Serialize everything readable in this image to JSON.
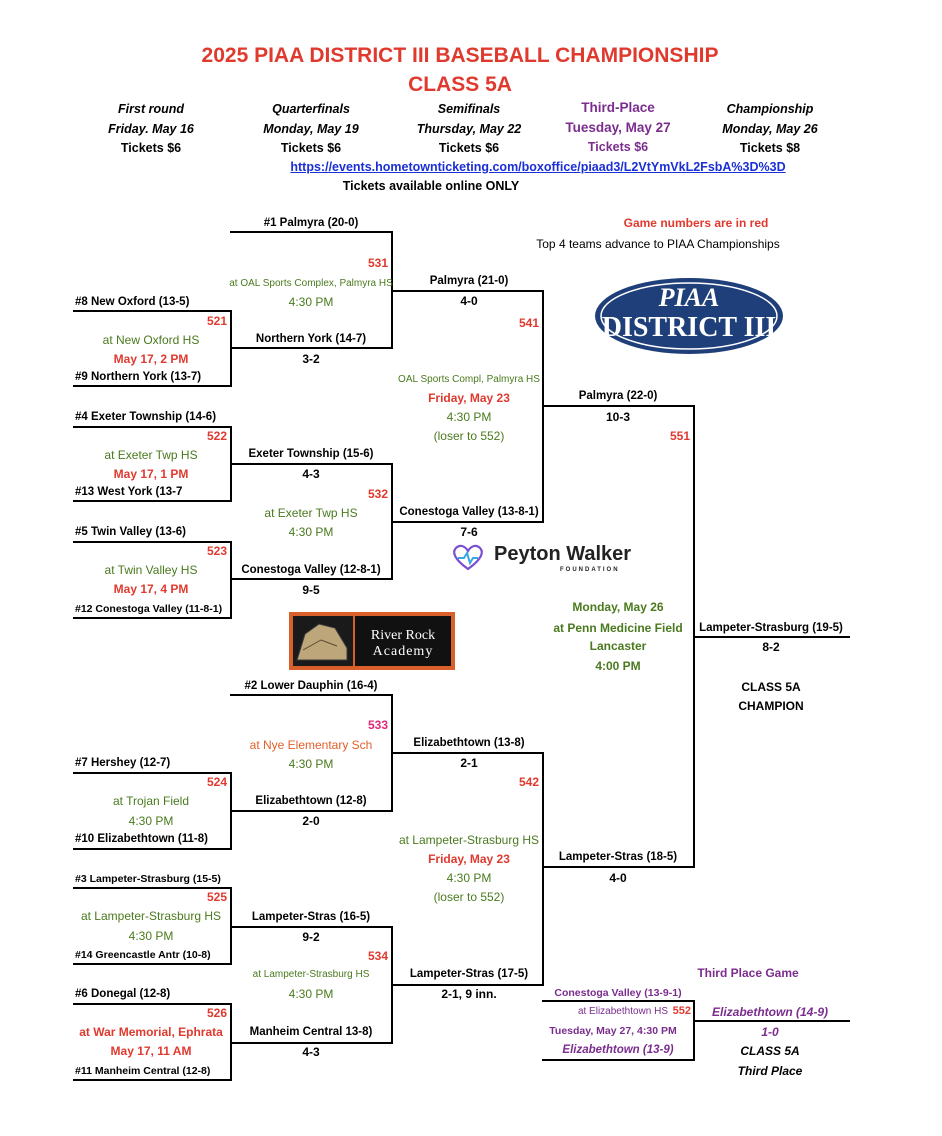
{
  "title_line1": "2025 PIAA DISTRICT III BASEBALL CHAMPIONSHIP",
  "title_line2": "CLASS 5A",
  "rounds": [
    {
      "name": "First round",
      "date": "Friday. May 16",
      "tickets": "Tickets $6"
    },
    {
      "name": "Quarterfinals",
      "date": "Monday, May 19",
      "tickets": "Tickets $6"
    },
    {
      "name": "Semifinals",
      "date": "Thursday, May 22",
      "tickets": "Tickets $6"
    },
    {
      "name": "Third-Place",
      "date": "Tuesday, May 27",
      "tickets": "Tickets $6"
    },
    {
      "name": "Championship",
      "date": "Monday, May 26",
      "tickets": "Tickets $8"
    }
  ],
  "ticket_link": "https://events.hometownticketing.com/boxoffice/piaad3/L2VtYmVkL2FsbA%3D%3D",
  "tickets_note": "Tickets available online ONLY",
  "notes": {
    "game_numbers": "Game numbers are in red",
    "advance": "Top 4 teams advance to PIAA Championships"
  },
  "logos": {
    "piaa_line1": "PIAA",
    "piaa_line2": "DISTRICT III",
    "peyton_name": "Peyton Walker",
    "peyton_sub": "FOUNDATION",
    "river_rock_line1": "River Rock",
    "river_rock_line2": "Academy"
  },
  "first_round": {
    "t1": "#1 Palmyra (20-0)",
    "t8": "#8 New Oxford (13-5)",
    "g521": "521",
    "g521_venue": "at New Oxford HS",
    "g521_time": "May 17, 2 PM",
    "t9": "#9 Northern York (13-7)",
    "t4": "#4 Exeter Township (14-6)",
    "g522": "522",
    "g522_venue": "at Exeter Twp HS",
    "g522_time": "May 17, 1 PM",
    "t13": "#13 West York (13-7",
    "t5": "#5 Twin Valley (13-6)",
    "g523": "523",
    "g523_venue": "at Twin Valley HS",
    "g523_time": "May 17, 4 PM",
    "t12": "#12 Conestoga Valley (11-8-1)",
    "t2": "#2 Lower Dauphin (16-4)",
    "t7": "#7 Hershey (12-7)",
    "g524": "524",
    "g524_venue": "at Trojan Field",
    "g524_time": "4:30 PM",
    "t10": "#10 Elizabethtown (11-8)",
    "t3": "#3 Lampeter-Strasburg (15-5)",
    "g525": "525",
    "g525_venue": "at Lampeter-Strasburg HS",
    "g525_time": "4:30 PM",
    "t14": "#14 Greencastle Antr (10-8)",
    "t6": "#6 Donegal (12-8)",
    "g526": "526",
    "g526_venue": "at War Memorial, Ephrata",
    "g526_time": "May 17, 11 AM",
    "t11": "#11 Manheim Central (12-8)"
  },
  "quarterfinals": {
    "g531": "531",
    "g531_venue": "at OAL Sports Complex, Palmyra HS",
    "g531_time": "4:30 PM",
    "w521": "Northern York (14-7)",
    "w521_score": "3-2",
    "w522": "Exeter Township (15-6)",
    "w522_score": "4-3",
    "g532": "532",
    "g532_venue": "at Exeter Twp HS",
    "g532_time": "4:30 PM",
    "w523": "Conestoga Valley  (12-8-1)",
    "w523_score": "9-5",
    "g533": "533",
    "g533_venue": "at Nye Elementary Sch",
    "g533_time": "4:30 PM",
    "w524": "Elizabethtown (12-8)",
    "w524_score": "2-0",
    "w525": "Lampeter-Stras (16-5)",
    "w525_score": "9-2",
    "g534": "534",
    "g534_venue": "at Lampeter-Strasburg HS",
    "g534_time": "4:30 PM",
    "w526": "Manheim Central 13-8)",
    "w526_score": "4-3"
  },
  "semifinals": {
    "w531": "Palmyra (21-0)",
    "w531_score": "4-0",
    "g541": "541",
    "g541_venue": "OAL Sports Compl, Palmyra HS",
    "g541_date": "Friday, May 23",
    "g541_time": "4:30 PM",
    "g541_loser": "(loser to 552)",
    "w532": "Conestoga Valley (13-8-1)",
    "w532_score": "7-6",
    "w533": "Elizabethtown (13-8)",
    "w533_score": "2-1",
    "g542": "542",
    "g542_venue": "at Lampeter-Strasburg HS",
    "g542_date": "Friday, May 23",
    "g542_time": "4:30 PM",
    "g542_loser": "(loser to 552)",
    "w534": "Lampeter-Stras (17-5)",
    "w534_score": "2-1, 9 inn."
  },
  "finals": {
    "w541": "Palmyra (22-0)",
    "w541_score": "10-3",
    "g551": "551",
    "w542": "Lampeter-Stras (18-5)",
    "w542_score": "4-0",
    "champ_date": "Monday, May 26",
    "champ_venue": "at Penn Medicine Field",
    "champ_city": "Lancaster",
    "champ_time": "4:00 PM",
    "champion": "Lampeter-Strasburg (19-5)",
    "champion_score": "8-2",
    "champ_label1": "CLASS 5A",
    "champ_label2": "CHAMPION"
  },
  "third_place": {
    "label": "Third Place Game",
    "team1": "Conestoga Valley (13-9-1)",
    "venue": "at Elizabethtown HS",
    "g552": "552",
    "date": "Tuesday, May 27, 4:30 PM",
    "team2": "Elizabethtown (13-9)",
    "winner": "Elizabethtown (14-9)",
    "score": "1-0",
    "label1": "CLASS 5A",
    "label2": "Third Place"
  },
  "colors": {
    "red": "#e03a2f",
    "green": "#4a7a1e",
    "purple": "#7b2d8e",
    "link": "#1a2fd6",
    "navy": "#1f3f7a"
  }
}
